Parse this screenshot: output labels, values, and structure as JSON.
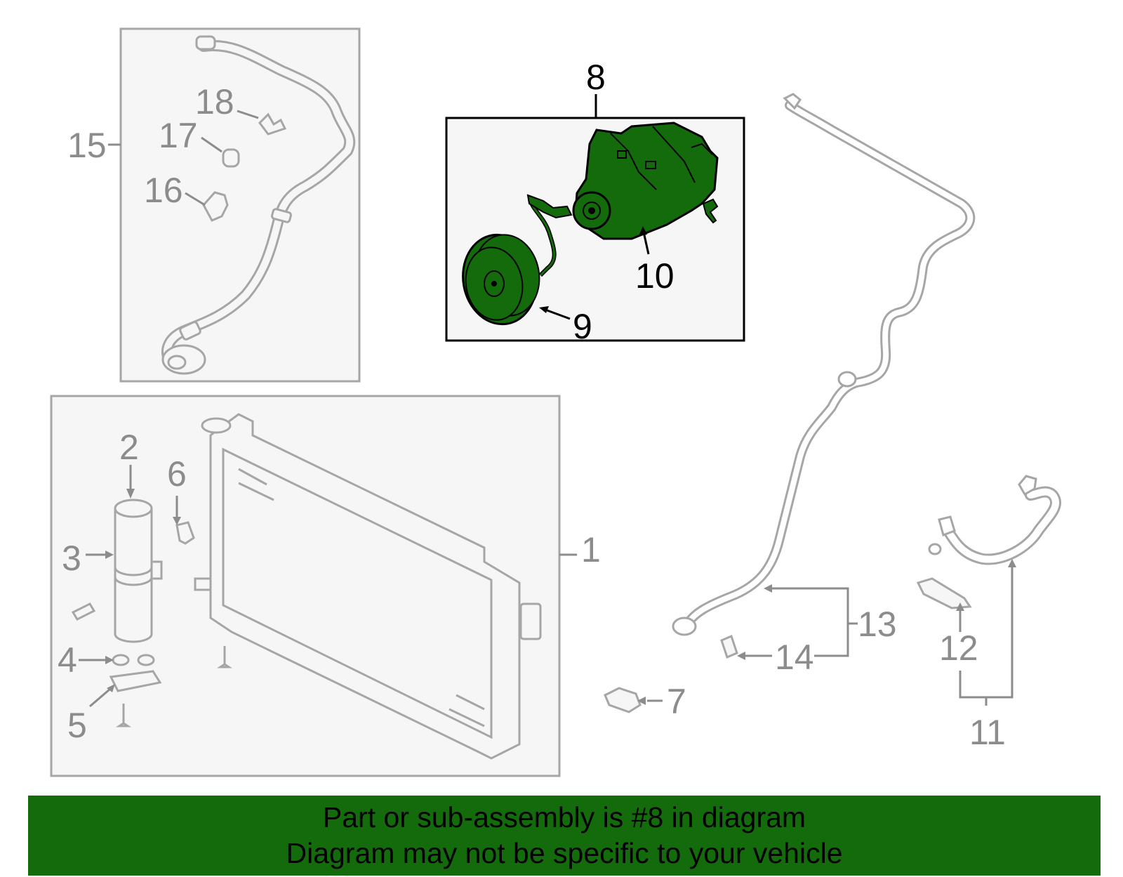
{
  "colors": {
    "line_gray": "#a6a6a6",
    "label_gray": "#8c8c8c",
    "highlight_green": "#146b0b",
    "panel_bg": "#f6f6f6",
    "banner_bg": "#146b0b"
  },
  "callouts": {
    "c1": "1",
    "c2": "2",
    "c3": "3",
    "c4": "4",
    "c5": "5",
    "c6": "6",
    "c7": "7",
    "c8": "8",
    "c9": "9",
    "c10": "10",
    "c11": "11",
    "c12": "12",
    "c13": "13",
    "c14": "14",
    "c15": "15",
    "c16": "16",
    "c17": "17",
    "c18": "18"
  },
  "banner": {
    "line1": "Part or sub-assembly is #8 in diagram",
    "line2": "Diagram may not be specific to your vehicle"
  }
}
